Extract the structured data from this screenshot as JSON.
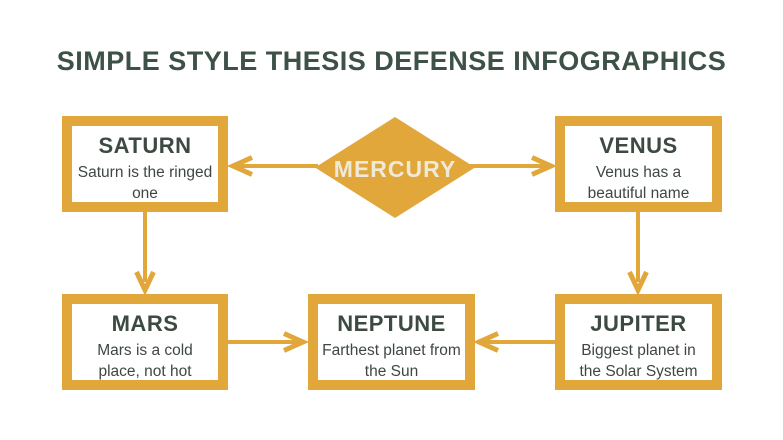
{
  "title": "SIMPLE STYLE THESIS DEFENSE INFOGRAPHICS",
  "colors": {
    "accent_gold": "#E1A73B",
    "title_green": "#3E5147",
    "node_heading": "#3C4A42",
    "node_body_text": "#3F4741",
    "diamond_label_cream": "#EFE9D8",
    "background": "#FFFFFF"
  },
  "diagram": {
    "center": {
      "label": "MERCURY",
      "shape": "diamond"
    },
    "nodes": [
      {
        "id": "saturn",
        "label": "SATURN",
        "description": "Saturn is the ringed one"
      },
      {
        "id": "venus",
        "label": "VENUS",
        "description": "Venus has a beautiful name"
      },
      {
        "id": "mars",
        "label": "MARS",
        "description": "Mars is a cold place, not hot"
      },
      {
        "id": "neptune",
        "label": "NEPTUNE",
        "description": "Farthest planet from the Sun"
      },
      {
        "id": "jupiter",
        "label": "JUPITER",
        "description": "Biggest planet in the Solar System"
      }
    ],
    "connections": [
      {
        "from": "mercury",
        "to": "saturn",
        "direction": "left"
      },
      {
        "from": "mercury",
        "to": "venus",
        "direction": "right"
      },
      {
        "from": "saturn",
        "to": "mars",
        "direction": "down"
      },
      {
        "from": "venus",
        "to": "jupiter",
        "direction": "down"
      },
      {
        "from": "mars",
        "to": "neptune",
        "direction": "right"
      },
      {
        "from": "jupiter",
        "to": "neptune",
        "direction": "left"
      }
    ]
  }
}
